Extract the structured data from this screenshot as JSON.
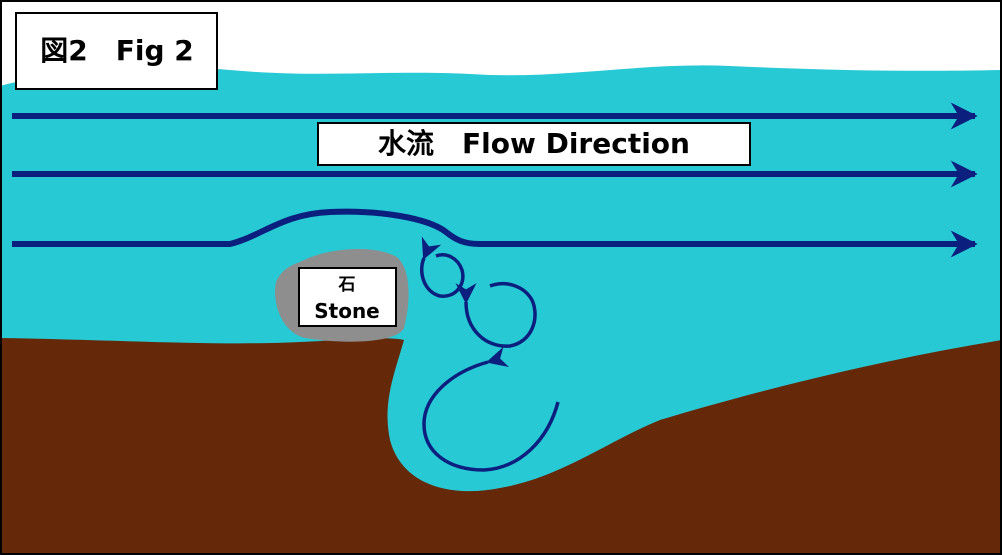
{
  "figure_label": "図2　Fig 2",
  "flow_label": "水流　Flow Direction",
  "stone_label": {
    "line1": "石",
    "line2": "Stone"
  },
  "colors": {
    "water": "#27c9d4",
    "riverbed": "#65290a",
    "stone": "#8e8e8e",
    "arrow": "#0b1f7e",
    "frame": "#000000",
    "label_box": "#ffffff"
  }
}
